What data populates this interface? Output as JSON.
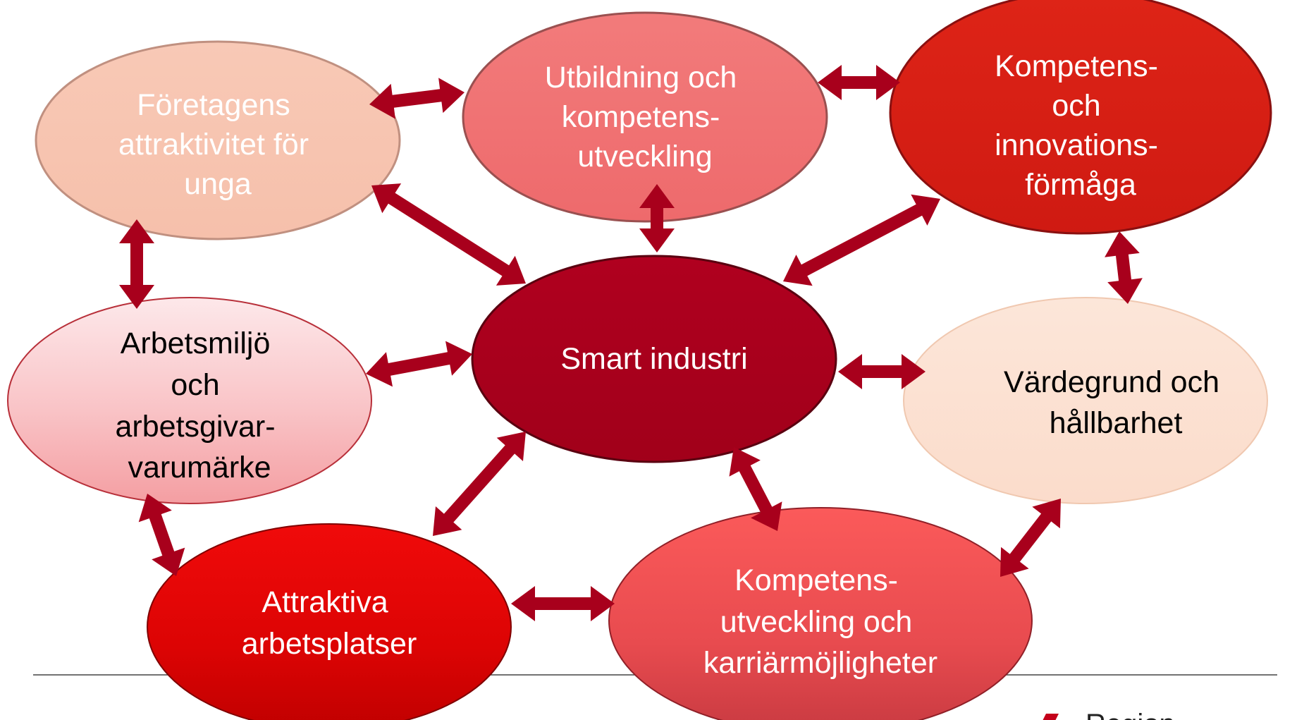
{
  "diagram": {
    "nodes": [
      {
        "id": "foretagens",
        "lines": [
          "Företagens",
          "attraktivitet för",
          "unga"
        ],
        "text_color": "#ffffff"
      },
      {
        "id": "utbildning",
        "lines": [
          "Utbildning och",
          "kompetens-",
          "utveckling"
        ],
        "text_color": "#ffffff"
      },
      {
        "id": "kompetens-innovation",
        "lines": [
          "Kompetens-",
          "och",
          "innovations-",
          "förmåga"
        ],
        "text_color": "#ffffff"
      },
      {
        "id": "arbetsmiljo",
        "lines": [
          "Arbetsmiljö",
          "och",
          "arbetsgivar-",
          "varumärke"
        ],
        "text_color": "#000000"
      },
      {
        "id": "smart-industri",
        "lines": [
          "Smart industri"
        ],
        "text_color": "#ffffff"
      },
      {
        "id": "vardegrund",
        "lines": [
          "Värdegrund och",
          "hållbarhet"
        ],
        "text_color": "#000000"
      },
      {
        "id": "attraktiva",
        "lines": [
          "Attraktiva",
          "arbetsplatser"
        ],
        "text_color": "#ffffff"
      },
      {
        "id": "karriar",
        "lines": [
          "Kompetens-",
          "utveckling och",
          "karriärmöjligheter"
        ],
        "text_color": "#ffffff"
      }
    ],
    "connections": [
      {
        "from": "foretagens",
        "to": "utbildning"
      },
      {
        "from": "utbildning",
        "to": "kompetens-innovation"
      },
      {
        "from": "foretagens",
        "to": "arbetsmiljo"
      },
      {
        "from": "foretagens",
        "to": "smart-industri"
      },
      {
        "from": "utbildning",
        "to": "smart-industri"
      },
      {
        "from": "kompetens-innovation",
        "to": "smart-industri"
      },
      {
        "from": "kompetens-innovation",
        "to": "vardegrund"
      },
      {
        "from": "arbetsmiljo",
        "to": "smart-industri"
      },
      {
        "from": "smart-industri",
        "to": "vardegrund"
      },
      {
        "from": "arbetsmiljo",
        "to": "attraktiva"
      },
      {
        "from": "smart-industri",
        "to": "attraktiva"
      },
      {
        "from": "smart-industri",
        "to": "karriar"
      },
      {
        "from": "attraktiva",
        "to": "karriar"
      },
      {
        "from": "vardegrund",
        "to": "karriar"
      }
    ],
    "arrow_color": "#a8001c"
  },
  "logo": {
    "text": "Region",
    "color": "#c4001a"
  }
}
